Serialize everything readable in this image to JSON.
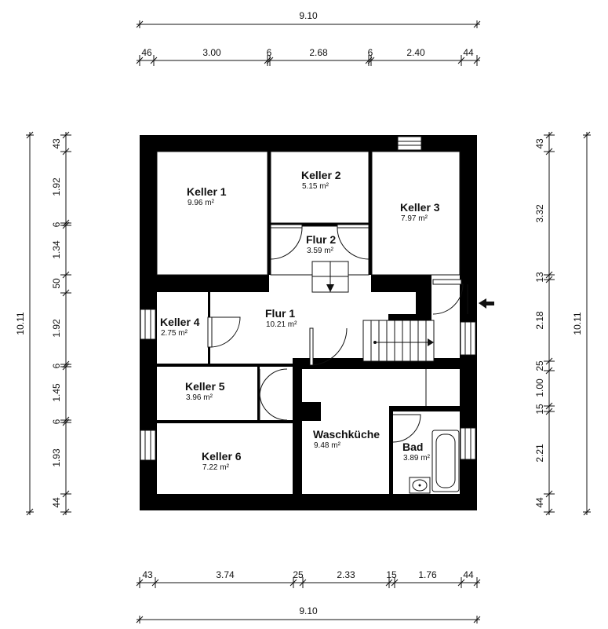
{
  "plan": {
    "top_total": "9.10",
    "top_segments": [
      "46",
      "3.00",
      "6",
      "2.68",
      "6",
      "2.40",
      "44"
    ],
    "bottom_total": "9.10",
    "bottom_segments": [
      "43",
      "3.74",
      "25",
      "2.33",
      "15",
      "1.76",
      "44"
    ],
    "left_total": "10.11",
    "left_segments": [
      "43",
      "1.92",
      "6",
      "1.34",
      "50",
      "1.92",
      "6",
      "1.45",
      "6",
      "1.93",
      "44"
    ],
    "right_total": "10.11",
    "right_segments": [
      "43",
      "3.32",
      "13",
      "2.18",
      "25",
      "1.00",
      "15",
      "2.21",
      "44"
    ],
    "rooms": [
      {
        "name": "Keller 1",
        "area": "9.96 m²"
      },
      {
        "name": "Keller 2",
        "area": "5.15 m²"
      },
      {
        "name": "Keller 3",
        "area": "7.97 m²"
      },
      {
        "name": "Flur 2",
        "area": "3.59 m²"
      },
      {
        "name": "Keller 4",
        "area": "2.75 m²"
      },
      {
        "name": "Flur 1",
        "area": "10.21 m²"
      },
      {
        "name": "Keller 5",
        "area": "3.96 m²"
      },
      {
        "name": "Keller 6",
        "area": "7.22 m²"
      },
      {
        "name": "Waschküche",
        "area": "9.48 m²"
      },
      {
        "name": "Bad",
        "area": "3.89 m²"
      }
    ]
  }
}
